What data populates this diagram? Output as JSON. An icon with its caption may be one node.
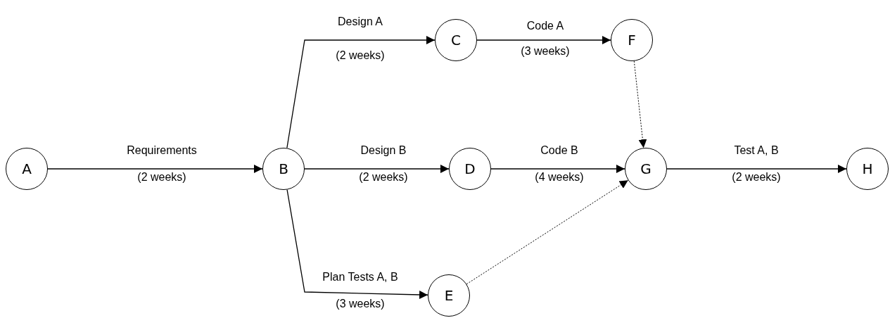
{
  "diagram": {
    "nodes": [
      {
        "text": [
          "A"
        ]
      },
      {
        "text": [
          "B"
        ]
      },
      {
        "text": [
          "C"
        ]
      },
      {
        "text": [
          "D"
        ]
      },
      {
        "text": [
          "E"
        ]
      },
      {
        "text": [
          "F"
        ]
      },
      {
        "text": [
          "G"
        ]
      },
      {
        "text": [
          "H"
        ]
      }
    ],
    "edges": [
      {
        "from": 0,
        "to": 1,
        "arrow": "to",
        "label": "Requirements (2 weeks)"
      },
      {
        "from": 1,
        "to": 2,
        "arrow": "to",
        "label": "Design A (2 weeks)"
      },
      {
        "from": 1,
        "to": 3,
        "arrow": "to",
        "label": "Design B (2 weeks)"
      },
      {
        "from": 1,
        "to": 4,
        "arrow": "to",
        "label": "Plan Tests A, B (3 weeks)"
      },
      {
        "from": 2,
        "to": 5,
        "arrow": "to",
        "label": "Code A (3 weeks)"
      },
      {
        "from": 3,
        "to": 6,
        "arrow": "to",
        "label": "Code B (4 weeks)"
      },
      {
        "from": 5,
        "to": 6,
        "arrow": "to",
        "style": "dashed"
      },
      {
        "from": 4,
        "to": 6,
        "arrow": "to",
        "style": "dashed"
      },
      {
        "from": 6,
        "to": 7,
        "arrow": "to",
        "label": "Test A, B (2 weeks)"
      }
    ]
  }
}
